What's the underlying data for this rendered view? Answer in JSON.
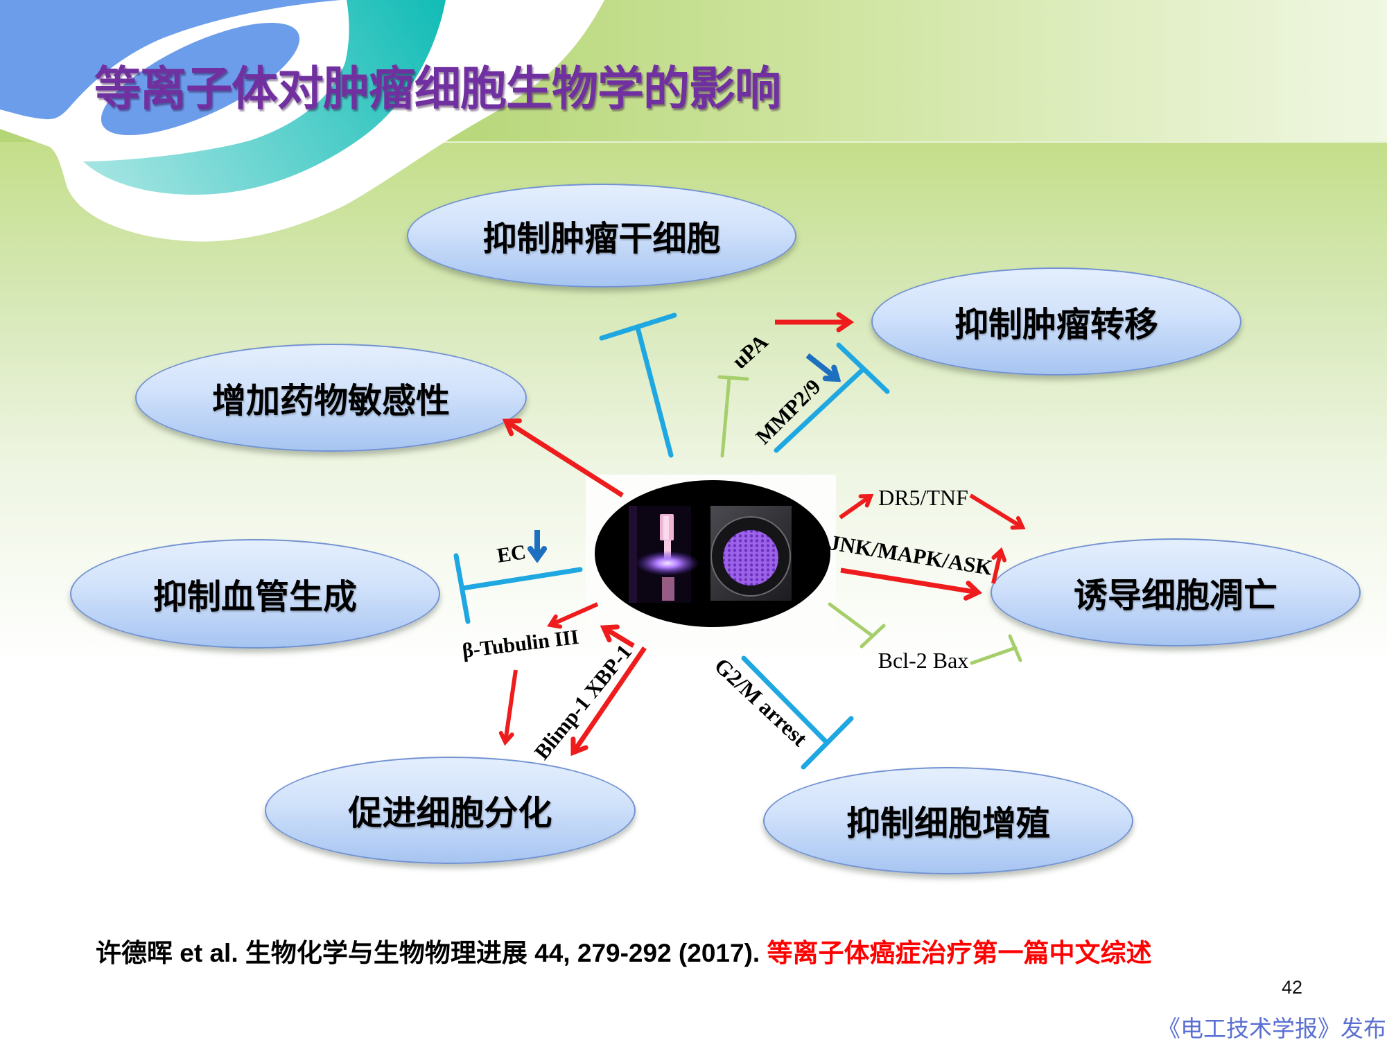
{
  "slide": {
    "title": "等离子体对肿瘤细胞生物学的影响",
    "page_number": "42",
    "publisher_mark": "《电工技术学报》发布"
  },
  "center": {
    "icons": {
      "left": "plasma-jet-photo",
      "right": "plasma-mesh-photo"
    }
  },
  "effects": {
    "stem_cells": "抑制肿瘤干细胞",
    "metastasis": "抑制肿瘤转移",
    "drug_sensitivity": "增加药物敏感性",
    "angiogenesis": "抑制血管生成",
    "apoptosis": "诱导细胞凋亡",
    "differentiation": "促进细胞分化",
    "proliferation": "抑制细胞增殖"
  },
  "mediators": {
    "upa": "uPA",
    "mmp": "MMP2/9",
    "dr5": "DR5/TNF",
    "jnk": "JNK/MAPK/ASK",
    "bcl2": "Bcl-2 Bax",
    "g2m": "G2/M arrest",
    "blimp": "Blimp-1 XBP-1",
    "tubulin": "β-Tubulin III",
    "ec": "EC"
  },
  "relations": [
    {
      "from": "plasma",
      "to": "stem_cells",
      "type": "inhibit"
    },
    {
      "from": "plasma",
      "to": "upa",
      "type": "inhibit"
    },
    {
      "from": "upa",
      "to": "metastasis",
      "type": "activate"
    },
    {
      "from": "mmp",
      "to": "metastasis",
      "type": "inhibit",
      "mediator_change": "down"
    },
    {
      "from": "plasma",
      "to": "drug_sensitivity",
      "type": "activate"
    },
    {
      "from": "plasma",
      "to": "dr5",
      "type": "activate"
    },
    {
      "from": "dr5",
      "to": "apoptosis",
      "type": "activate"
    },
    {
      "from": "plasma",
      "to": "apoptosis",
      "type": "activate",
      "via": "jnk"
    },
    {
      "from": "plasma",
      "to": "bcl2",
      "type": "inhibit"
    },
    {
      "from": "bcl2",
      "to": "apoptosis",
      "type": "inhibit"
    },
    {
      "from": "plasma",
      "to": "angiogenesis",
      "type": "inhibit",
      "mediator_change": "EC down"
    },
    {
      "from": "plasma",
      "to": "tubulin",
      "type": "activate"
    },
    {
      "from": "tubulin",
      "to": "differentiation",
      "type": "activate"
    },
    {
      "from": "plasma",
      "to": "differentiation",
      "type": "activate",
      "via": "blimp"
    },
    {
      "from": "plasma",
      "to": "proliferation",
      "type": "inhibit",
      "via": "g2m"
    }
  ],
  "citation": {
    "text": "许德晖 et al. 生物化学与生物物理进展 44, 279-292 (2017). ",
    "highlight": "等离子体癌症治疗第一篇中文综述"
  },
  "colors": {
    "title": "#7030a0",
    "activate_arrow": "#ee1c1c",
    "inhibit_blue": "#1fa7e1",
    "inhibit_green": "#a6cf6c",
    "downregulate_arrow": "#1d6fc0",
    "highlight_text": "#ff0000",
    "publisher_mark": "#5a6fd2",
    "ellipse_fill_top": "#e4effd",
    "ellipse_fill_bottom": "#a7c5f2",
    "ellipse_border": "#7392d2"
  }
}
